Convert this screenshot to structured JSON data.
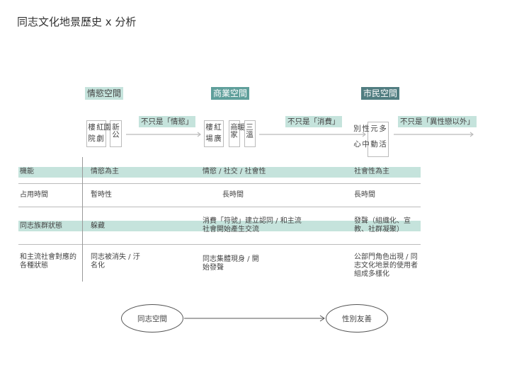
{
  "title": "同志文化地景歷史 x 分析",
  "stages": [
    {
      "header": "情慾空間",
      "places": [
        [
          "紅樓",
          "劇院"
        ],
        [
          "新公園"
        ]
      ],
      "transition": "不只是「情慾」",
      "header_color": "#c5e3dc"
    },
    {
      "header": "商業空間",
      "places": [
        [
          "紅樓",
          "廣場"
        ],
        [
          "商家"
        ],
        [
          "三溫暖"
        ]
      ],
      "transition": "不只是「消費」",
      "header_color": "#5f9f9b"
    },
    {
      "header": "市民空間",
      "places": [
        [
          "多元性別",
          "活動中心"
        ]
      ],
      "transition": "不只是「異性戀以外」",
      "header_color": "#517d81"
    }
  ],
  "table": {
    "rows": [
      {
        "label": "機能",
        "cells": [
          "情慾為主",
          "情慾 / 社交 / 社會性",
          "社會性為主"
        ],
        "highlight": true
      },
      {
        "label": "占用時間",
        "cells": [
          "暫時性",
          "長時間",
          "長時間"
        ],
        "highlight": false
      },
      {
        "label": "同志族群狀態",
        "cells": [
          "躲藏",
          "消費「符號」建立認同 / 和主流社會開始產生交流",
          "發聲（組織化、宣教、社群凝聚）"
        ],
        "highlight": true
      },
      {
        "label": "和主流社會對應的各種狀態",
        "cells": [
          "同志被消失 / 汙名化",
          "同志集體現身 / 開始發聲",
          "公部門角色出現 / 同志文化地景的使用者組成多樣化"
        ],
        "highlight": false
      }
    ]
  },
  "flow": {
    "from": "同志空間",
    "to": "性別友善"
  }
}
